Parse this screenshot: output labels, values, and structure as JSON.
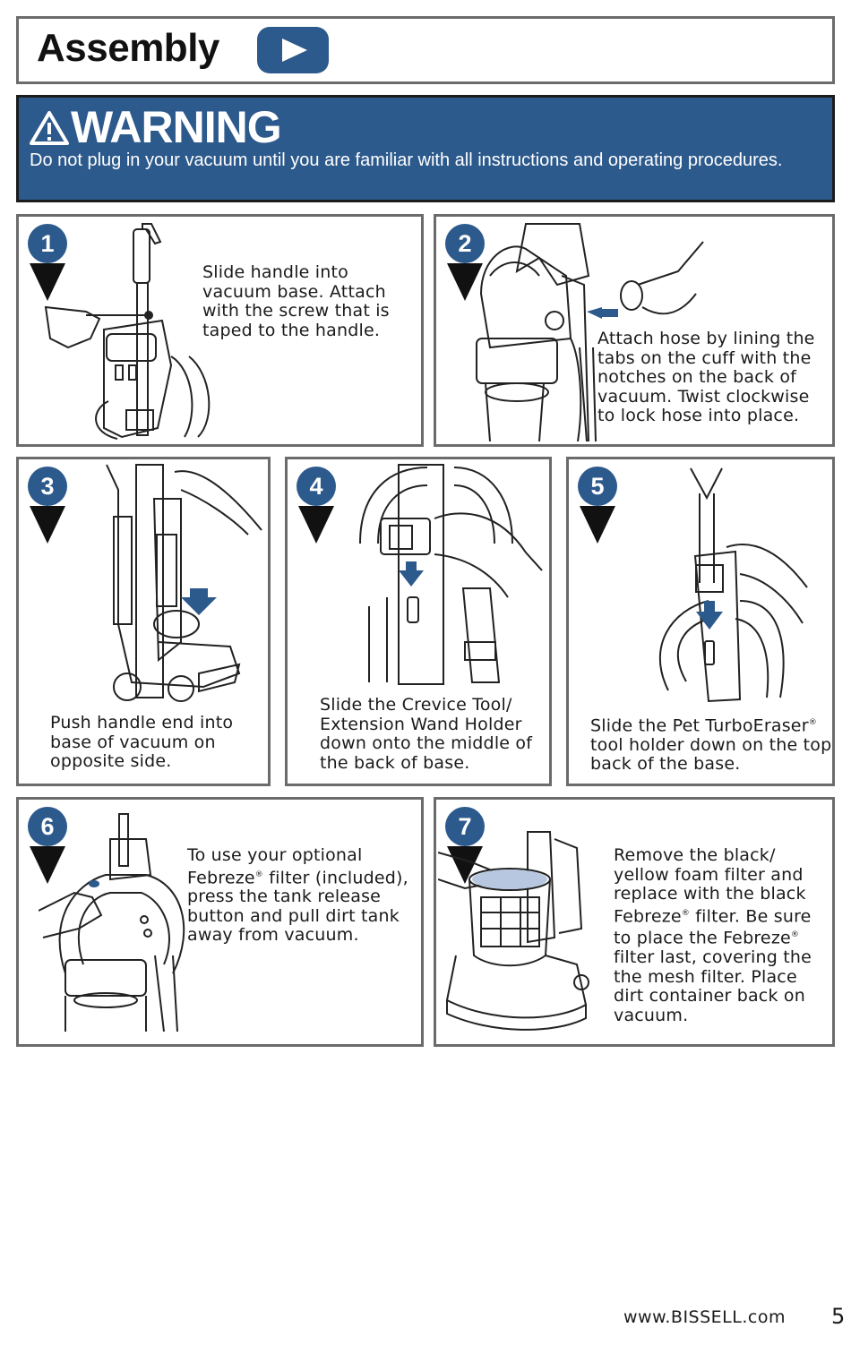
{
  "header": {
    "title": "Assembly",
    "play_icon": "play-icon",
    "accent_color": "#2d5a8c"
  },
  "warning": {
    "icon": "warning-triangle-icon",
    "title": "WARNING",
    "text": "Do not plug in your vacuum until you are familiar with all instructions and operating procedures."
  },
  "steps": [
    {
      "number": "1",
      "text": "Slide handle into vacuum base.  Attach with the screw that is taped to the handle."
    },
    {
      "number": "2",
      "text": "Attach hose by lining the tabs on the cuff with the notches on the back of vacuum. Twist clockwise to lock hose into place."
    },
    {
      "number": "3",
      "text": "Push handle end into base of vacuum on opposite side."
    },
    {
      "number": "4",
      "text": "Slide the Crevice Tool/ Extension Wand Holder down onto the middle of the back of base."
    },
    {
      "number": "5",
      "text_before": "Slide the Pet TurboEraser",
      "reg": "®",
      "text_after": " tool holder down on the top back of the base."
    },
    {
      "number": "6",
      "text_before": "To use your optional Febreze",
      "reg": "®",
      "text_after": " filter (included), press the tank release button and pull dirt tank away from vacuum."
    },
    {
      "number": "7",
      "text_a": "Remove the black/ yellow foam filter and replace with the black Febreze",
      "reg1": "®",
      "text_b": " filter. Be sure to place the Febreze",
      "reg2": "®",
      "text_c": " filter last, covering the the mesh filter. Place dirt container back on vacuum."
    }
  ],
  "footer": {
    "url": "www.BISSELL.com",
    "page_number": "5"
  }
}
